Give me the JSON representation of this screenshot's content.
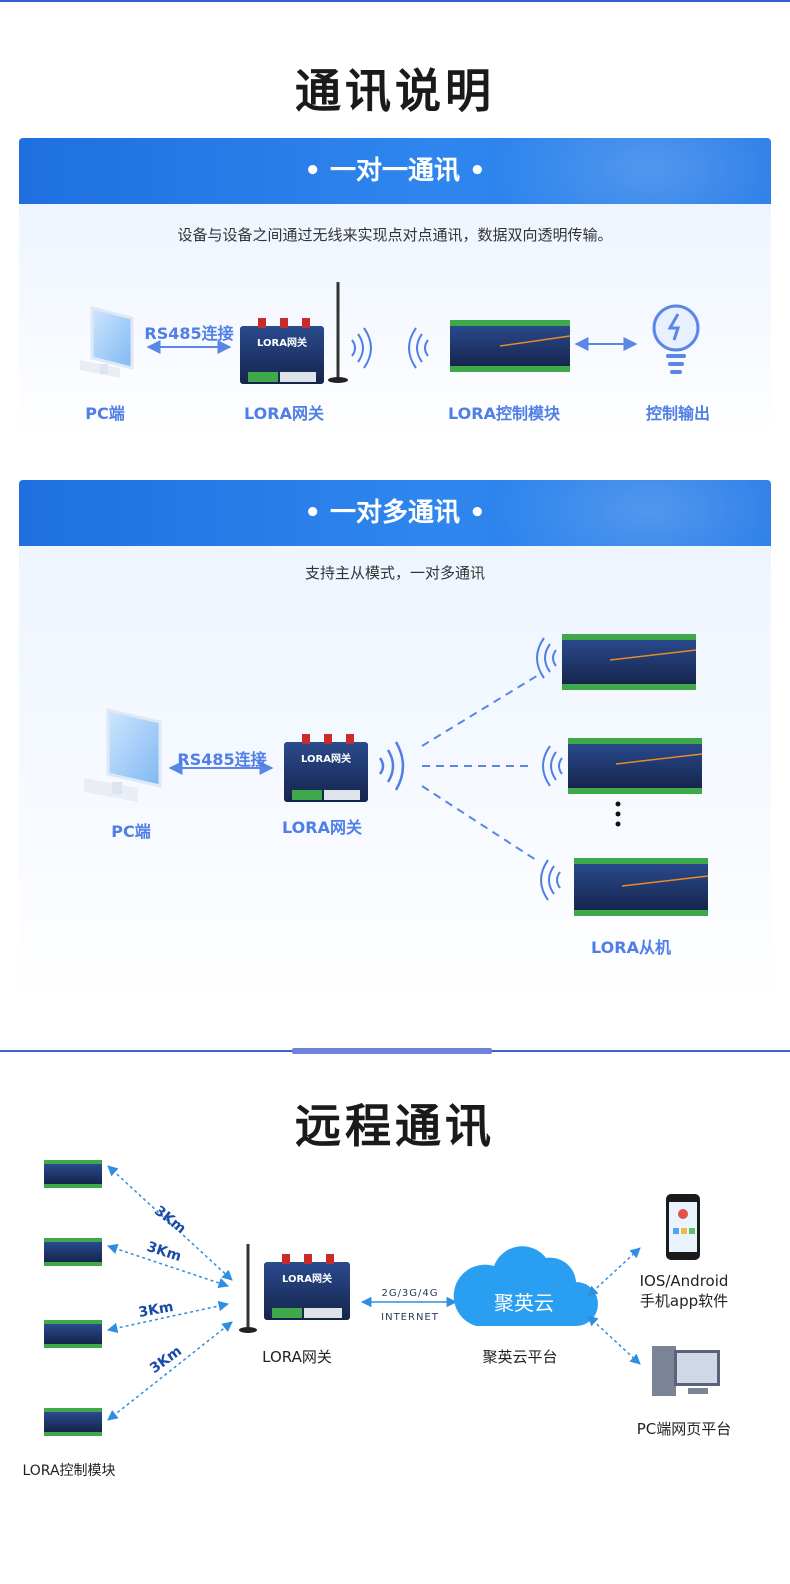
{
  "header": {
    "title": "通讯说明"
  },
  "one_to_one": {
    "band_title": "一对一通讯",
    "description": "设备与设备之间通过无线来实现点对点通讯，数据双向透明传输。",
    "pc_label": "PC端",
    "link_label": "RS485连接",
    "gateway_label": "LORA网关",
    "gateway_plate": "LORA网关",
    "module_label": "LORA控制模块",
    "output_label": "控制输出"
  },
  "one_to_many": {
    "band_title": "一对多通讯",
    "description": "支持主从模式，一对多通讯",
    "pc_label": "PC端",
    "link_label": "RS485连接",
    "gateway_label": "LORA网关",
    "gateway_plate": "LORA网关",
    "slave_label": "LORA从机"
  },
  "remote": {
    "title": "远程通讯",
    "distances": [
      "3Km",
      "3Km",
      "3Km",
      "3Km"
    ],
    "module_label": "LORA控制模块",
    "gateway_label": "LORA网关",
    "gateway_plate": "LORA网关",
    "network_top": "2G/3G/4G",
    "network_bottom": "INTERNET",
    "cloud_text": "聚英云",
    "cloud_label": "聚英云平台",
    "mobile_label_1": "IOS/Android",
    "mobile_label_2": "手机app软件",
    "pc_web_label": "PC端网页平台"
  },
  "colors": {
    "accent": "#2f7ff0",
    "label_blue": "#4f7fe6",
    "device_dark": "#1c2a4a"
  }
}
